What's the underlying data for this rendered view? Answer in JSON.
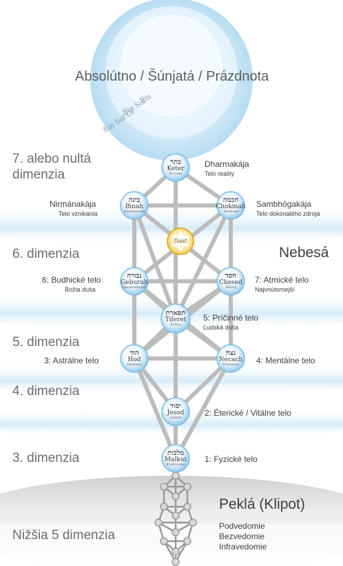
{
  "top": {
    "title": "Absolútno / Šúnjatá / Prázdnota",
    "rings": [
      "Ein",
      "Ein Sof",
      "Ein Sof Ór"
    ]
  },
  "dimensions": [
    "7. alebo nultá",
    "dimenzia",
    "6. dimenzia",
    "5. dimenzia",
    "4. dimenzia",
    "3. dimenzia",
    "Nižšia 5 dimenzia"
  ],
  "realms": {
    "heaven": "Nebesá",
    "hell": "Peklá (Klipot)"
  },
  "hell_list": [
    "Podvedomie",
    "Bezvedomie",
    "Infravedomie"
  ],
  "nodes": [
    {
      "heb": "כתר",
      "name": "Keter",
      "tr": "Koruna"
    },
    {
      "heb": "בינה",
      "name": "Binah",
      "tr": "Inteligencia"
    },
    {
      "heb": "חכמה",
      "name": "Chokmah",
      "tr": "Múdrosť"
    },
    {
      "heb": "",
      "name": "Daat",
      "tr": ""
    },
    {
      "heb": "גבורה",
      "name": "Geburah",
      "tr": "Spravodlivosť"
    },
    {
      "heb": "חסד",
      "name": "Chesed",
      "tr": "Milosť"
    },
    {
      "heb": "תפארת",
      "name": "Tiferet",
      "tr": "Krása"
    },
    {
      "heb": "הוד",
      "name": "Hod",
      "tr": "Nádhera"
    },
    {
      "heb": "נצח",
      "name": "Necach",
      "tr": "Víťazstvo"
    },
    {
      "heb": "יסוד",
      "name": "Jesod",
      "tr": "Základ"
    },
    {
      "heb": "מלכות",
      "name": "Malkut",
      "tr": "Kráľovstvo"
    }
  ],
  "bodies": {
    "keter": [
      "Dharmakája",
      "Telo reality"
    ],
    "binah": [
      "Nirmánakája",
      "Telo vznikania"
    ],
    "chokmah": [
      "Sambhógakája",
      "Telo dokonalého zdroja"
    ],
    "geburah": [
      "6: Budhické telo",
      "Božia duša"
    ],
    "chesed": [
      "7: Atmické telo",
      "Najvnútornejší"
    ],
    "tiferet": [
      "5: Príčinné telo",
      "Ľudská duša"
    ],
    "hod": "3: Astrálne telo",
    "necach": "4: Mentálne telo",
    "jesod": "2: Éterické / Vitálne telo",
    "malkut": "1: Fyzické telo"
  },
  "colors": {
    "node_blue": "#8fc8ea",
    "daat_gold": "#f0c84a",
    "path_gray": "#bcbcbc",
    "band_blue": "#d6ecf8"
  }
}
